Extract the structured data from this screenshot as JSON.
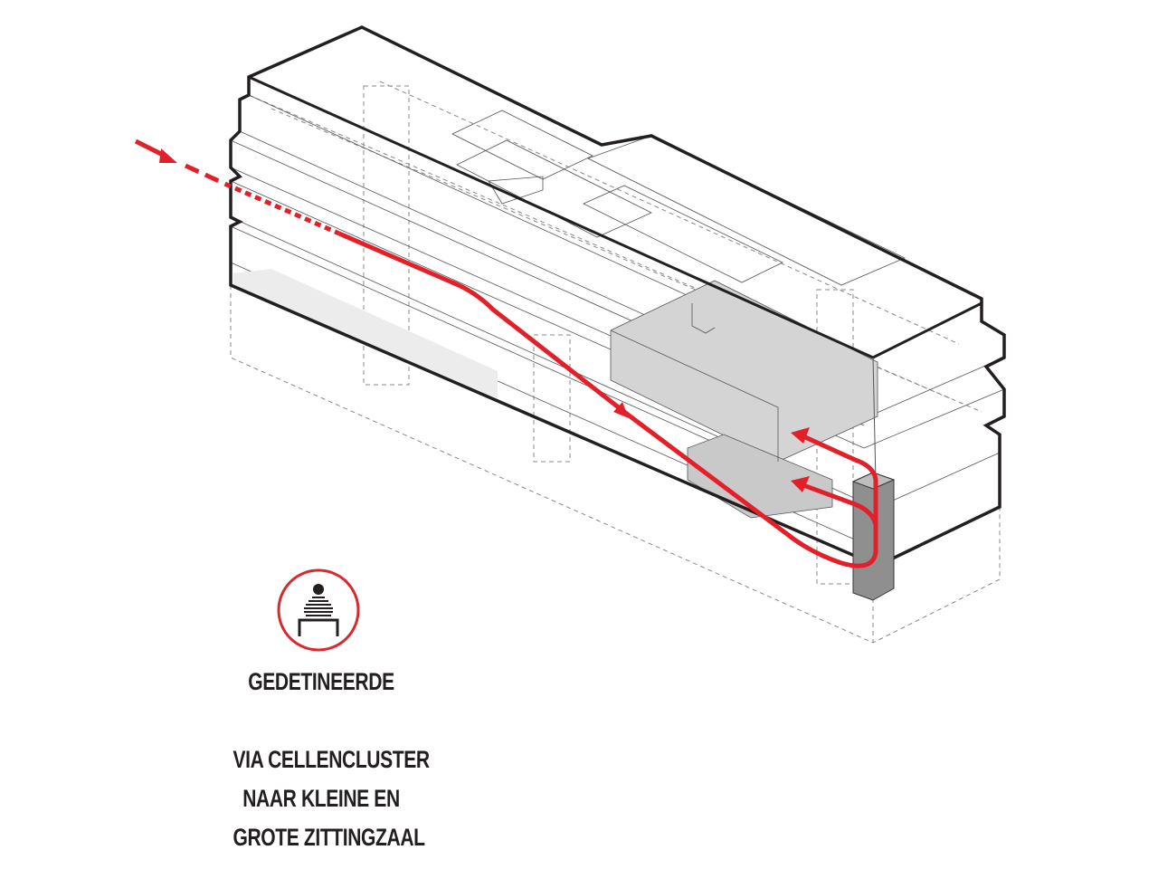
{
  "legend": {
    "icon": "detainee-at-table-icon",
    "title": "GEDETINEERDE",
    "description_lines": [
      "VIA CELLENCLUSTER",
      "NAAR KLEINE EN",
      "GROTE ZITTINGZAAL"
    ]
  },
  "colors": {
    "route": "#e3202a",
    "outline": "#231f20",
    "shade": "#d4d4d5",
    "column": "#8f8f90"
  }
}
